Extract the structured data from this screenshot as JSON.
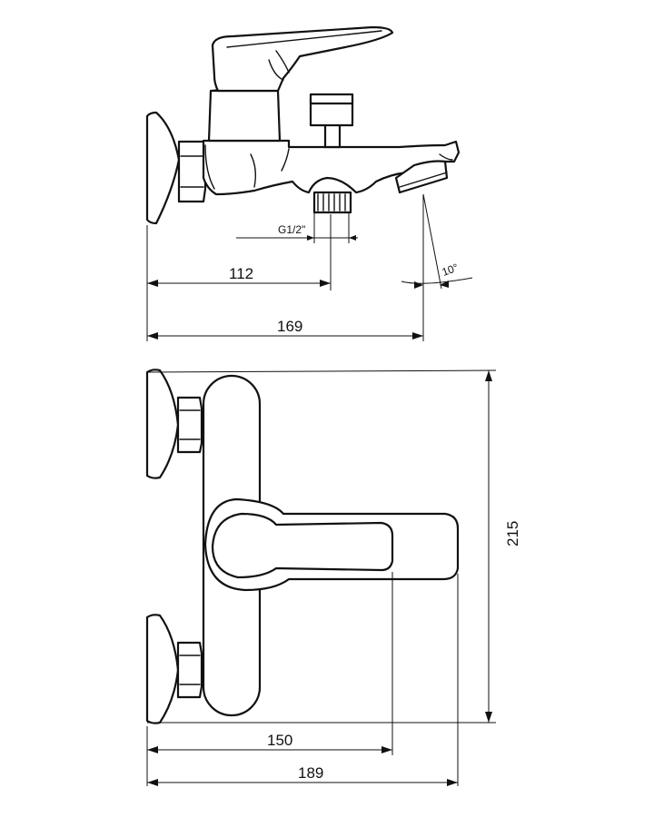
{
  "side_view": {
    "thread_label": "G1/2\"",
    "dim_outlet": "112",
    "dim_spout_reach": "169",
    "angle": "10°"
  },
  "top_view": {
    "dim_handle_reach": "150",
    "dim_total_reach": "189",
    "dim_height": "215"
  }
}
